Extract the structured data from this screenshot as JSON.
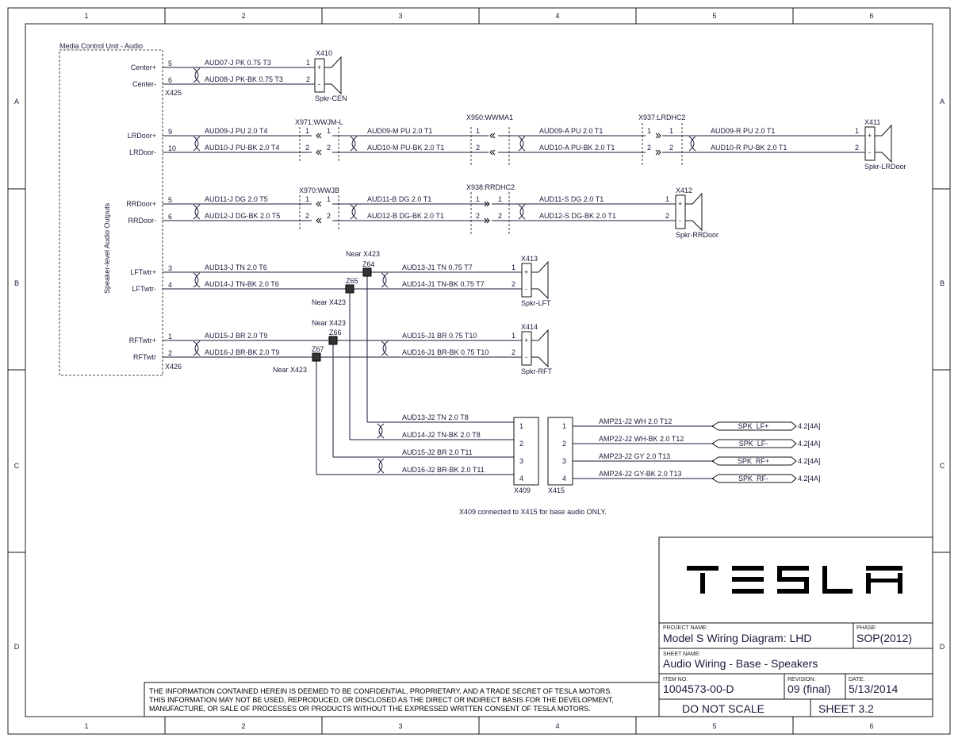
{
  "grid": {
    "columns": [
      "1",
      "2",
      "3",
      "4",
      "5",
      "6"
    ],
    "rows": [
      "A",
      "B",
      "C",
      "D"
    ]
  },
  "mcu": {
    "title": "Media Control Unit - Audio",
    "vertical_label": "Speaker-level Audio Outputs",
    "conn_top": "X425",
    "conn_bottom": "X426",
    "pins": [
      {
        "label": "Center+",
        "pin": "5"
      },
      {
        "label": "Center-",
        "pin": "6"
      },
      {
        "label": "LRDoor+",
        "pin": "9"
      },
      {
        "label": "LRDoor-",
        "pin": "10"
      },
      {
        "label": "RRDoor+",
        "pin": "5"
      },
      {
        "label": "RRDoor-",
        "pin": "6"
      },
      {
        "label": "LFTwtr+",
        "pin": "3"
      },
      {
        "label": "LFTwtr-",
        "pin": "4"
      },
      {
        "label": "RFTwtr+",
        "pin": "1"
      },
      {
        "label": "RFTwtr",
        "pin": "2"
      }
    ]
  },
  "wires": {
    "w1": "AUD07-J PK 0.75 T3",
    "w2": "AUD08-J PK-BK 0.75 T3",
    "w3": "AUD09-J PU 2.0 T4",
    "w4": "AUD10-J PU-BK 2.0 T4",
    "w5": "AUD09-M PU 2.0 T1",
    "w6": "AUD10-M PU-BK 2.0 T1",
    "w7": "AUD09-A PU 2.0 T1",
    "w8": "AUD10-A PU-BK 2.0 T1",
    "w9": "AUD09-R PU 2.0 T1",
    "w10": "AUD10-R PU-BK 2.0 T1",
    "w11": "AUD11-J DG 2.0 T5",
    "w12": "AUD12-J DG-BK 2.0 T5",
    "w13": "AUD11-B DG 2.0 T1",
    "w14": "AUD12-B DG-BK 2.0 T1",
    "w15": "AUD11-S DG 2.0 T1",
    "w16": "AUD12-S DG-BK 2.0 T1",
    "w17": "AUD13-J TN 2.0 T6",
    "w18": "AUD14-J TN-BK 2.0 T6",
    "w19": "AUD13-J1 TN 0.75 T7",
    "w20": "AUD14-J1 TN-BK 0.75 T7",
    "w21": "AUD15-J BR 2.0 T9",
    "w22": "AUD16-J BR-BK 2.0 T9",
    "w23": "AUD15-J1 BR 0.75 T10",
    "w24": "AUD16-J1 BR-BK 0.75 T10",
    "w25": "AUD13-J2 TN 2.0 T8",
    "w26": "AUD14-J2 TN-BK 2.0 T8",
    "w27": "AUD15-J2 BR 2.0 T11",
    "w28": "AUD16-J2 BR-BK 2.0 T11",
    "w29": "AMP21-J2 WH 2.0 T12",
    "w30": "AMP22-J2 WH-BK 2.0 T12",
    "w31": "AMP23-J2 GY 2.0 T13",
    "w32": "AMP24-J2 GY-BK 2.0 T13"
  },
  "inline": {
    "x971": "X971:WWJM-L",
    "x950": "X950:WWMA1",
    "x937": "X937:LRDHC2",
    "x970": "X970:WWJB",
    "x938": "X938:RRDHC2"
  },
  "speakers": {
    "x410": "X410",
    "cen": "Spkr-CEN",
    "x411": "X411",
    "lrdoor": "Spkr-LRDoor",
    "x412": "X412",
    "rrdoor": "Spkr-RRDoor",
    "x413": "X413",
    "lft": "Spkr-LFT",
    "x414": "X414",
    "rft": "Spkr-RFT"
  },
  "splices": {
    "z64": "Z64",
    "z65": "Z65",
    "z66": "Z66",
    "z67": "Z67",
    "near": "Near X423"
  },
  "connectors": {
    "x409": "X409",
    "x415": "X415"
  },
  "outputs": {
    "o1": "SPK_LF+",
    "o2": "SPK_LF-",
    "o3": "SPK_RF+",
    "o4": "SPK_RF-",
    "ref": "4.2[4A]"
  },
  "note": "X409 connected to X415 for base audio ONLY.",
  "title_block": {
    "logo": "TESLA",
    "project_name_label": "PROJECT NAME:",
    "project_name": "Model S Wiring Diagram: LHD",
    "phase_label": "PHASE:",
    "phase": "SOP(2012)",
    "sheet_name_label": "SHEET NAME:",
    "sheet_name": "Audio Wiring - Base - Speakers",
    "item_no_label": "ITEM NO.",
    "item_no": "1004573-00-D",
    "revision_label": "REVISION:",
    "revision": "09 (final)",
    "date_label": "DATE:",
    "date": "5/13/2014",
    "scale": "DO NOT SCALE",
    "sheet": "SHEET 3.2"
  },
  "confidential": [
    "THE INFORMATION CONTAINED HEREIN IS DEEMED TO BE CONFIDENTIAL, PROPRIETARY, AND A TRADE SECRET OF TESLA MOTORS.",
    "THIS INFORMATION MAY NOT BE USED, REPRODUCED, OR DISCLOSED AS THE DIRECT OR INDIRECT BASIS FOR THE DEVELOPMENT,",
    "MANUFACTURE, OR SALE OF PROCESSES OR PRODUCTS WITHOUT THE EXPRESSED WRITTEN CONSENT OF TESLA MOTORS."
  ]
}
